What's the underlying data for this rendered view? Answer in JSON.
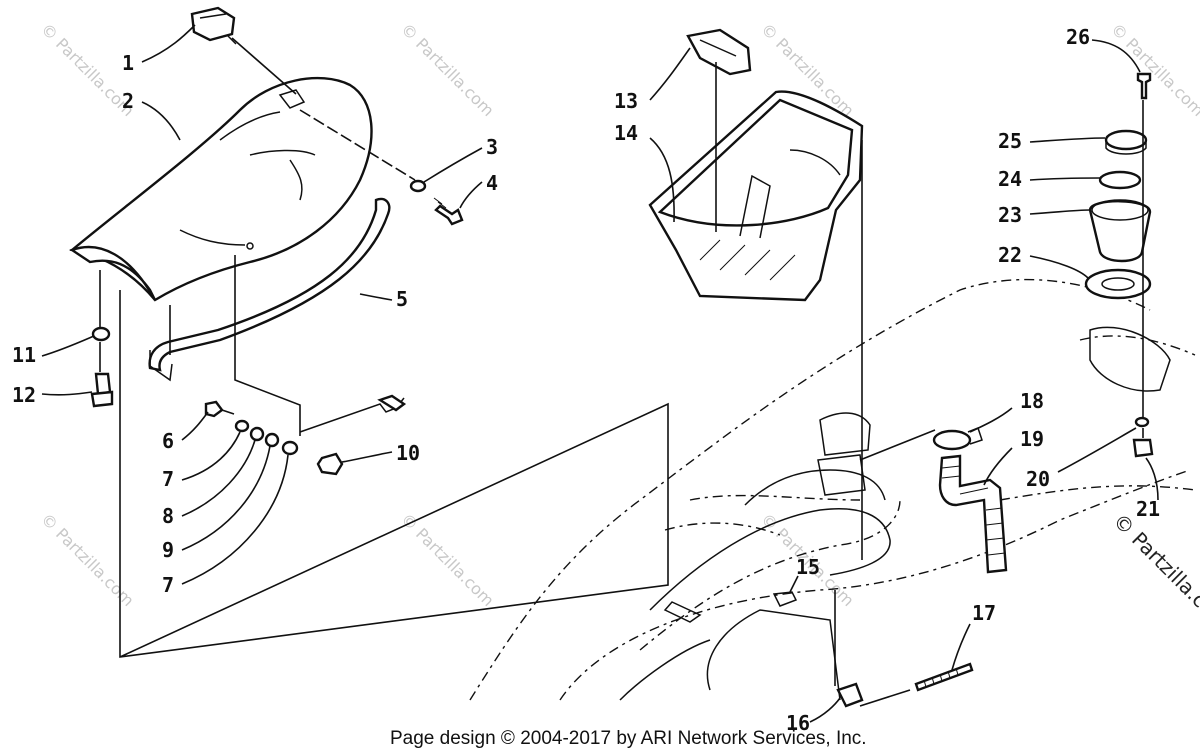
{
  "labels": [
    "1",
    "2",
    "3",
    "4",
    "5",
    "6",
    "7",
    "8",
    "9",
    "7",
    "10",
    "11",
    "12",
    "13",
    "14",
    "15",
    "16",
    "17",
    "18",
    "19",
    "20",
    "21",
    "22",
    "23",
    "24",
    "25",
    "26"
  ],
  "watermark": "© Partzilla.com",
  "watermark_edge": "© Partzilla.c",
  "footer": "Page design © 2004-2017 by ARI Network Services, Inc."
}
